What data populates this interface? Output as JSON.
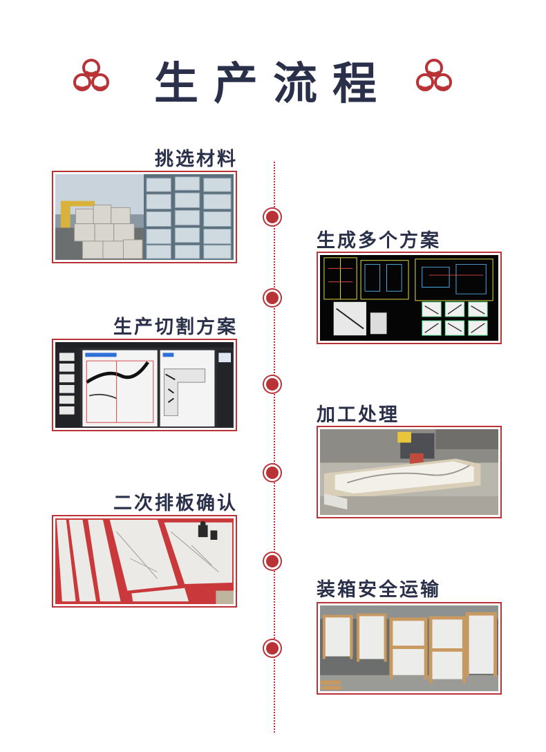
{
  "title": "生产流程",
  "steps": [
    {
      "label": "挑选材料"
    },
    {
      "label": "生成多个方案"
    },
    {
      "label": "生产切割方案"
    },
    {
      "label": "加工处理"
    },
    {
      "label": "二次排板确认"
    },
    {
      "label": "装箱安全运输"
    }
  ],
  "colors": {
    "accent": "#b83236",
    "text": "#2a2f4a"
  }
}
